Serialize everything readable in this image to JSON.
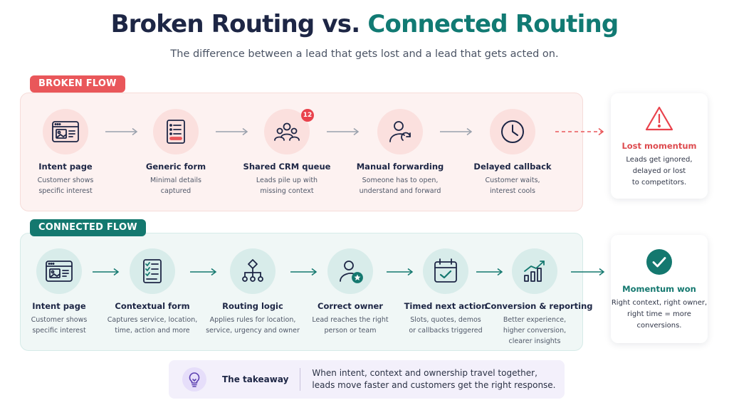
{
  "header": {
    "title_part1": "Broken Routing vs.",
    "title_part2": "Connected Routing",
    "subtitle": "The difference between a lead that gets lost and a lead that gets acted on."
  },
  "colors": {
    "broken_accent": "#e9575a",
    "connected_accent": "#14786f",
    "navy": "#1d2645"
  },
  "broken_flow": {
    "label": "BROKEN FLOW",
    "steps": [
      {
        "icon": "browser-window-icon",
        "title": "Intent page",
        "desc": "Customer shows\nspecific interest"
      },
      {
        "icon": "form-document-icon",
        "title": "Generic form",
        "desc": "Minimal details\ncaptured"
      },
      {
        "icon": "group-people-icon",
        "badge": "12",
        "title": "Shared CRM queue",
        "desc": "Leads pile up with\nmissing context"
      },
      {
        "icon": "person-forward-icon",
        "title": "Manual forwarding",
        "desc": "Someone has to open,\nunderstand and forward"
      },
      {
        "icon": "clock-icon",
        "title": "Delayed callback",
        "desc": "Customer waits,\ninterest cools"
      }
    ],
    "result": {
      "icon": "warning-triangle-icon",
      "title": "Lost momentum",
      "desc": "Leads get ignored,\ndelayed or lost\nto competitors."
    }
  },
  "connected_flow": {
    "label": "CONNECTED FLOW",
    "steps": [
      {
        "icon": "browser-window-icon",
        "title": "Intent page",
        "desc": "Customer shows\nspecific interest"
      },
      {
        "icon": "checklist-form-icon",
        "title": "Contextual form",
        "desc": "Captures service, location,\ntime, action and more"
      },
      {
        "icon": "routing-tree-icon",
        "title": "Routing logic",
        "desc": "Applies rules for location,\nservice, urgency and owner"
      },
      {
        "icon": "person-star-icon",
        "title": "Correct owner",
        "desc": "Lead reaches the right\nperson or team"
      },
      {
        "icon": "calendar-check-icon",
        "title": "Timed next action",
        "desc": "Slots, quotes, demos\nor callbacks triggered"
      },
      {
        "icon": "growth-chart-icon",
        "title": "Conversion & reporting",
        "desc": "Better experience,\nhigher conversion,\nclearer insights"
      }
    ],
    "result": {
      "icon": "check-circle-icon",
      "title": "Momentum won",
      "desc": "Right context, right owner,\nright time = more\nconversions."
    }
  },
  "takeaway": {
    "icon": "lightbulb-icon",
    "label": "The takeaway",
    "text": "When intent, context and ownership travel together,\nleads move faster and customers get the right response."
  }
}
